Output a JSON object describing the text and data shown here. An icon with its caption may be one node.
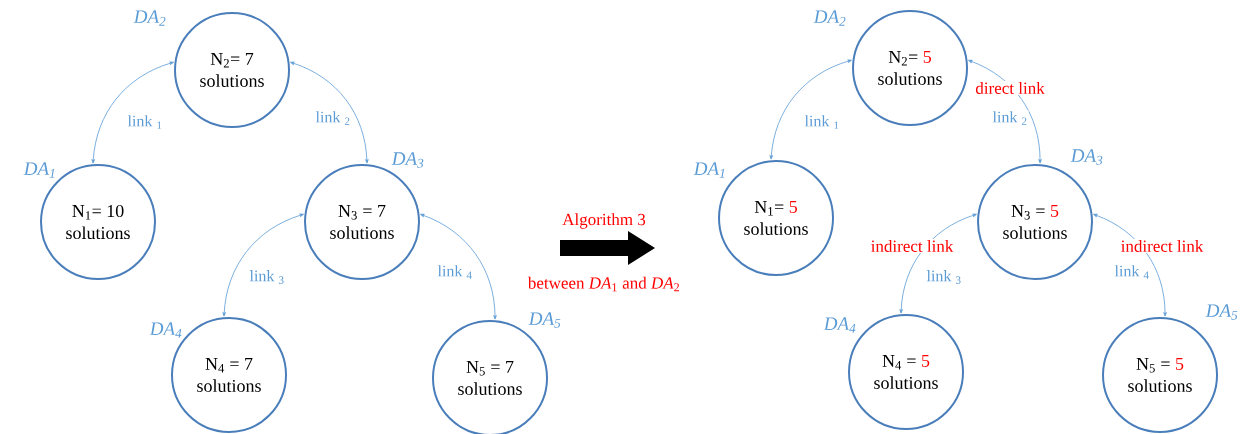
{
  "diagram": {
    "nodes": [
      {
        "text": [
          "N$_{2}$=",
          "7",
          "solutions"
        ],
        "beside": [
          "DA$_{2}$"
        ]
      },
      {
        "text": [
          "N$_{1}$=",
          "10",
          "solutions"
        ],
        "beside": [
          "DA$_{1}$"
        ]
      },
      {
        "text": [
          "N$_{3}$ =",
          "7",
          "solutions"
        ],
        "beside": [
          "DA$_{3}$"
        ]
      },
      {
        "text": [
          "N$_{4}$ =",
          "7",
          "solutions"
        ],
        "beside": [
          "DA$_{4}$"
        ]
      },
      {
        "text": [
          "N$_{5}$ =",
          "7",
          "solutions"
        ],
        "beside": [
          "DA$_{5}$"
        ]
      },
      {
        "text": [
          "N$_{2}$=",
          "5",
          "solutions"
        ],
        "beside": [
          "DA$_{2}$"
        ]
      },
      {
        "text": [
          "N$_{1}$=",
          "5",
          "solutions"
        ],
        "beside": [
          "DA$_{1}$"
        ]
      },
      {
        "text": [
          "N$_{3}$ =",
          "5",
          "solutions"
        ],
        "beside": [
          "DA$_{3}$"
        ]
      },
      {
        "text": [
          "N$_{4}$ =",
          "5",
          "solutions"
        ],
        "beside": [
          "DA$_{4}$"
        ]
      },
      {
        "text": [
          "N$_{5}$ =",
          "5",
          "solutions"
        ],
        "beside": [
          "DA$_{5}$"
        ]
      }
    ],
    "edges": [
      {
        "from": 0,
        "to": 1,
        "arrow": "both",
        "label": "link $_{1}$"
      },
      {
        "from": 0,
        "to": 2,
        "arrow": "both",
        "label": "link $_{2}$"
      },
      {
        "from": 2,
        "to": 3,
        "arrow": "both",
        "label": "link $_{3}$"
      },
      {
        "from": 2,
        "to": 4,
        "arrow": "both",
        "label": "link $_{4}$"
      },
      {
        "from": 5,
        "to": 6,
        "arrow": "both",
        "label": "link $_{1}$"
      },
      {
        "from": 5,
        "to": 7,
        "arrow": "both",
        "label": "link $_{2}$"
      },
      {
        "from": 7,
        "to": 8,
        "arrow": "both",
        "label": "link $_{3}$"
      },
      {
        "from": 7,
        "to": 9,
        "arrow": "both",
        "label": "link $_{4}$"
      }
    ],
    "labels": [
      "Algorithm 3",
      "between *DA*$_{1}$ and *DA*$_{2}$",
      "direct link",
      "indirect link",
      "indirect link"
    ]
  }
}
